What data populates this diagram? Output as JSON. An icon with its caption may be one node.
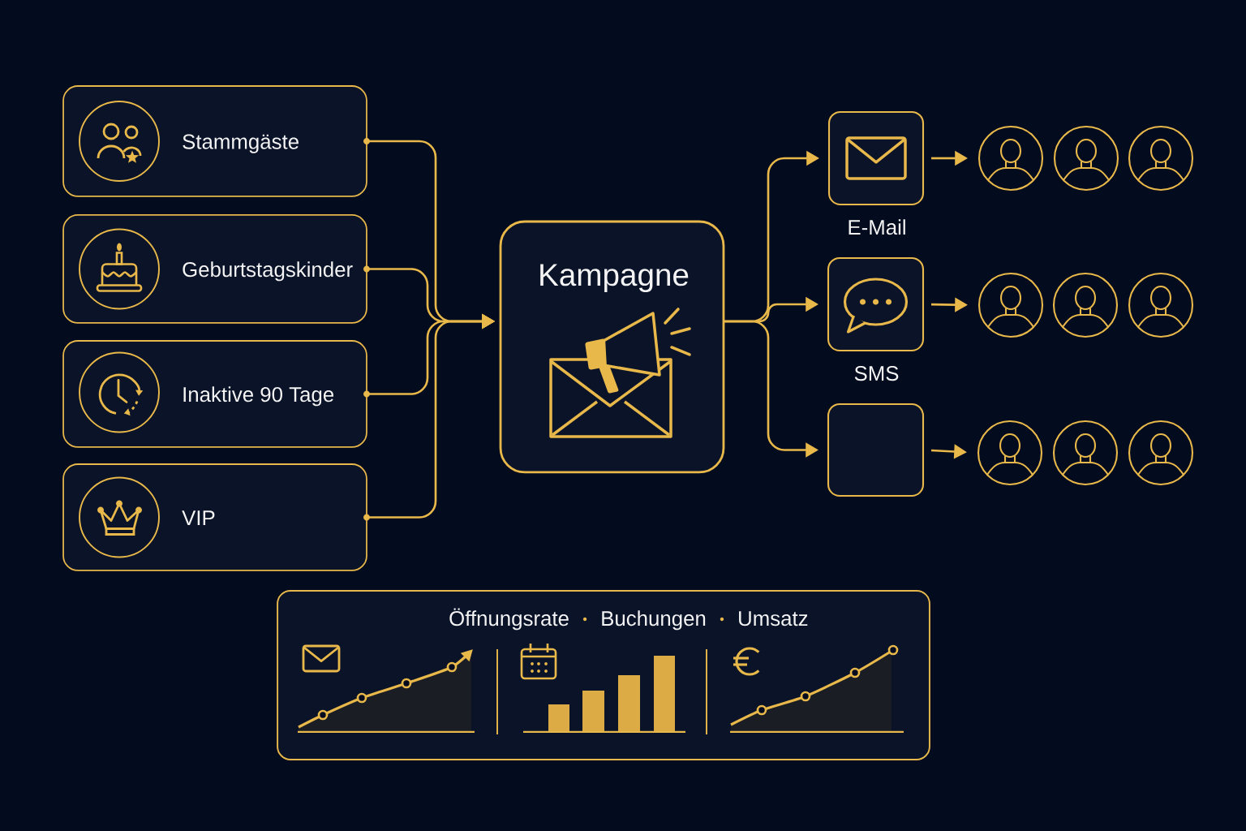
{
  "diagram": {
    "nodes": [
      {
        "text": [
          "Stammgäste"
        ]
      },
      {
        "text": [
          "Geburtstagskinder"
        ]
      },
      {
        "text": [
          "Inaktive 90 Tage"
        ]
      },
      {
        "text": [
          "VIP"
        ]
      },
      {
        "text": [
          "Kampagne"
        ]
      },
      {
        "text": [
          "E-Mail"
        ]
      },
      {
        "text": [
          "SMS"
        ]
      },
      {
        "text": [],
        "shape": "box"
      },
      {
        "text": [],
        "shape": "person"
      },
      {
        "text": [],
        "shape": "person"
      },
      {
        "text": [],
        "shape": "person"
      },
      {
        "text": [],
        "shape": "person"
      },
      {
        "text": [],
        "shape": "person"
      },
      {
        "text": [],
        "shape": "person"
      },
      {
        "text": [],
        "shape": "person"
      },
      {
        "text": [],
        "shape": "person"
      },
      {
        "text": [],
        "shape": "person"
      },
      {
        "text": [
          "Öffnungsrate",
          "Buchungen",
          "Umsatz"
        ]
      }
    ],
    "edges": [
      {
        "from": 0,
        "to": 4,
        "arrow": "to"
      },
      {
        "from": 1,
        "to": 4,
        "arrow": "to"
      },
      {
        "from": 2,
        "to": 4,
        "arrow": "to"
      },
      {
        "from": 3,
        "to": 4,
        "arrow": "to"
      },
      {
        "from": 4,
        "to": 5,
        "arrow": "to"
      },
      {
        "from": 4,
        "to": 6,
        "arrow": "to"
      },
      {
        "from": 4,
        "to": 7,
        "arrow": "to"
      },
      {
        "from": 5,
        "to": 8,
        "arrow": "to"
      },
      {
        "from": 6,
        "to": 11,
        "arrow": "to"
      },
      {
        "from": 7,
        "to": 14,
        "arrow": "to"
      }
    ]
  }
}
